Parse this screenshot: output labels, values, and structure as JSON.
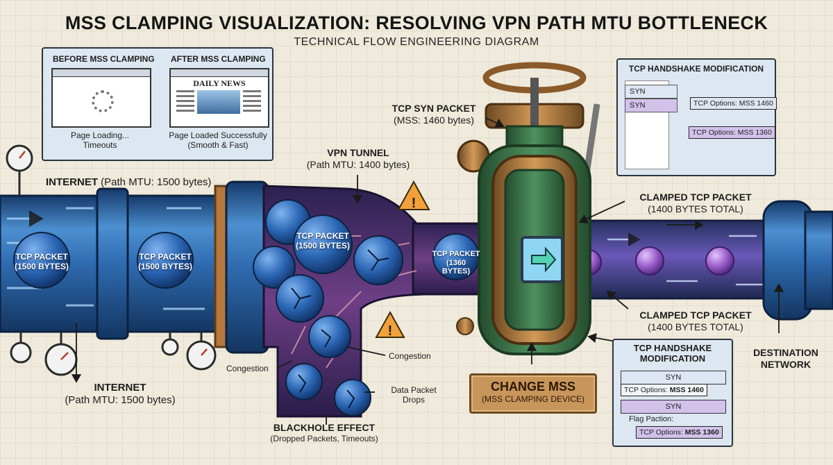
{
  "title": "MSS CLAMPING VISUALIZATION: RESOLVING VPN PATH MTU BOTTLENECK",
  "subtitle": "TECHNICAL FLOW ENGINEERING DIAGRAM",
  "before_after": {
    "before_title": "BEFORE MSS CLAMPING",
    "after_title": "AFTER MSS CLAMPING",
    "before_caption_1": "Page Loading...",
    "before_caption_2": "Timeouts",
    "after_caption_1": "Page Loaded Successfully",
    "after_caption_2": "(Smooth & Fast)",
    "newspaper_name": "DAILY NEWS"
  },
  "internet_top": {
    "name": "INTERNET",
    "detail": "(Path MTU: 1500 bytes)"
  },
  "internet_bottom": {
    "name": "INTERNET",
    "detail": "(Path MTU: 1500 bytes)"
  },
  "packet_large": {
    "line1": "TCP PACKET",
    "line2": "(1500 BYTES)"
  },
  "packet_clamped": {
    "line1": "TCP PACKET",
    "line2": "(1360 BYTES)"
  },
  "vpn_tunnel": {
    "name": "VPN TUNNEL",
    "detail": "(Path MTU: 1400 bytes)"
  },
  "syn_packet": {
    "name": "TCP SYN PACKET",
    "detail": "(MSS: 1460 bytes)"
  },
  "congestion_left": "Congestion",
  "congestion_right": "Congestion",
  "data_drops": {
    "line1": "Data Packet",
    "line2": "Drops"
  },
  "blackhole": {
    "name": "BLACKHOLE EFFECT",
    "detail": "(Dropped Packets, Timeouts)"
  },
  "device": {
    "name": "CHANGE MSS",
    "detail": "(MSS CLAMPING DEVICE)"
  },
  "clamped_top": {
    "name": "CLAMPED TCP PACKET",
    "detail": "(1400 BYTES TOTAL)"
  },
  "clamped_bottom": {
    "name": "CLAMPED TCP PACKET",
    "detail": "(1400 BYTES TOTAL)"
  },
  "destination": {
    "line1": "DESTINATION",
    "line2": "NETWORK"
  },
  "handshake_top": {
    "title": "TCP HANDSHAKE MODIFICATION",
    "syn_1": "SYN",
    "syn_2": "SYN",
    "option_before": "TCP Options: MSS 1460",
    "option_after": "TCP Options: MSS 1360"
  },
  "handshake_bottom": {
    "title_1": "TCP HANDSHAKE",
    "title_2": "MODIFICATION",
    "syn_1": "SYN",
    "option_before_prefix": "TCP Options: ",
    "option_before_value": "MSS 1460",
    "syn_2": "SYN",
    "flag_label": "Flag Paction:",
    "option_after_prefix": "TCP Options: ",
    "option_after_value": "MSS 1360"
  },
  "colors": {
    "pipe_blue": "#2f6bb0",
    "tunnel_purple": "#5c3d8f",
    "valve_green": "#3f7a4a",
    "brass": "#b6773c",
    "packet_purple": "#9a5cc9",
    "background": "#efeadb"
  }
}
